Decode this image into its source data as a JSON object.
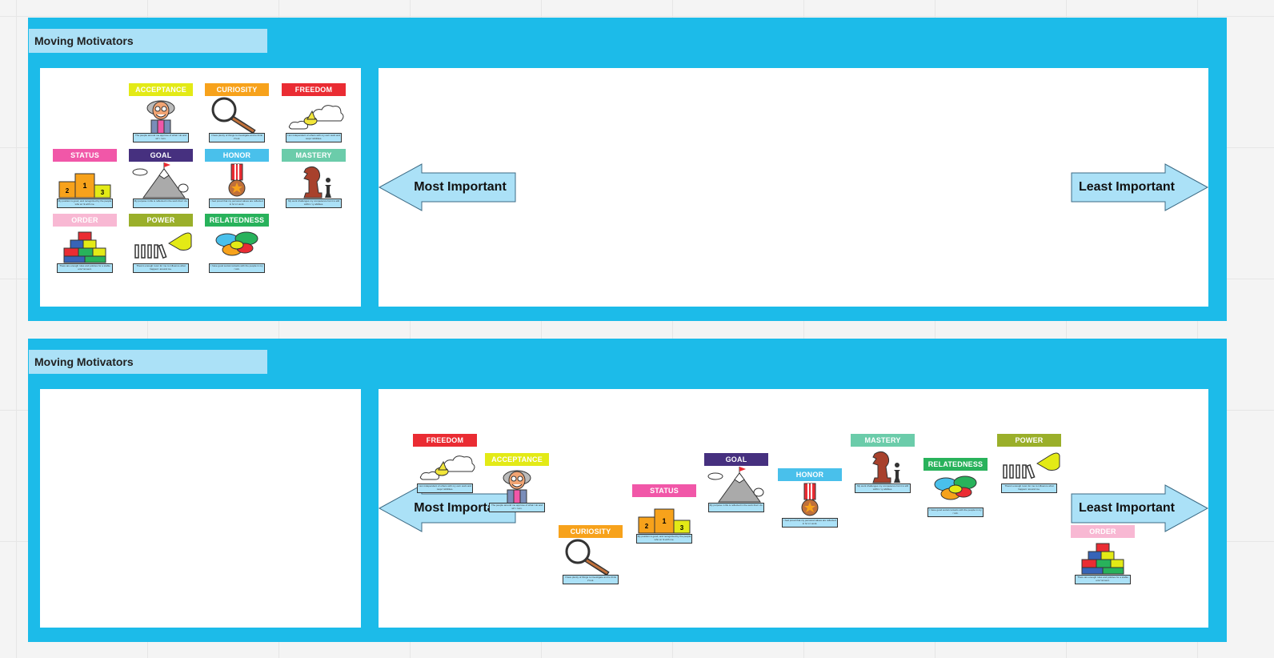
{
  "boards": [
    {
      "title": "Moving Motivators",
      "arrows": {
        "most": "Most Important",
        "least": "Least Important"
      }
    },
    {
      "title": "Moving Motivators",
      "arrows": {
        "most": "Most Important",
        "least": "Least Important"
      }
    }
  ],
  "motivators": {
    "acceptance": {
      "label": "ACCEPTANCE",
      "color": "#e3ea16",
      "desc": "The people around me approve of what I do and who I am."
    },
    "curiosity": {
      "label": "CURIOSITY",
      "color": "#f7a21b",
      "desc": "I have plenty of things to investigate and to think about."
    },
    "freedom": {
      "label": "FREEDOM",
      "color": "#ea2c33",
      "desc": "I am independent of others with my own work and responsibilities."
    },
    "status": {
      "label": "STATUS",
      "color": "#f157a8",
      "desc": "My position is good, and recognized by the people who work with me."
    },
    "goal": {
      "label": "GOAL",
      "color": "#46307f",
      "desc": "My purpose in life is reflected in the work that I do."
    },
    "honor": {
      "label": "HONOR",
      "color": "#49c0eb",
      "desc": "I feel proud that my personal values are reflected in how I work."
    },
    "mastery": {
      "label": "MASTERY",
      "color": "#6bccaa",
      "desc": "My work challenges my competence but it is still within my abilities."
    },
    "order": {
      "label": "ORDER",
      "color": "#f8b8d3",
      "desc": "There are enough rules and policies for a stable environment."
    },
    "power": {
      "label": "POWER",
      "color": "#9aaf2a",
      "desc": "There's enough room for me to influence what happens around me."
    },
    "relatedness": {
      "label": "RELATEDNESS",
      "color": "#28b25b",
      "desc": "I have good social contacts with the people in my work."
    }
  }
}
